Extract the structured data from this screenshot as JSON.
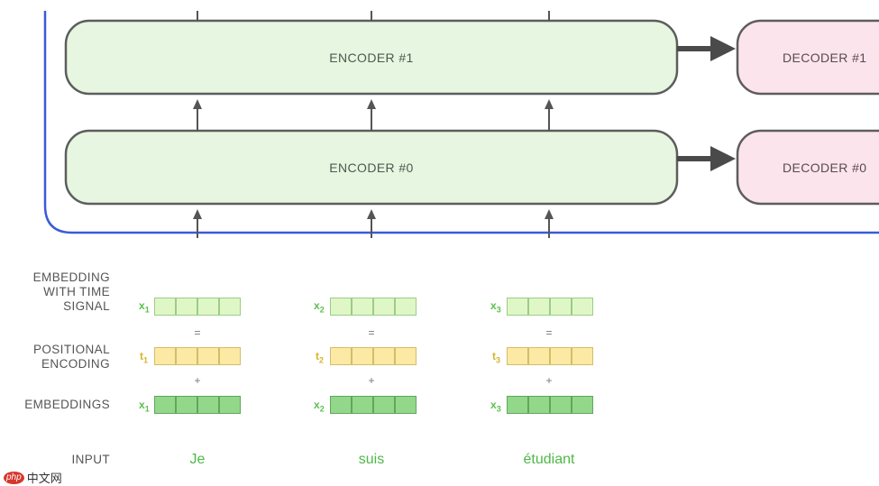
{
  "encoders": [
    {
      "label": "ENCODER #1"
    },
    {
      "label": "ENCODER #0"
    }
  ],
  "decoders": [
    {
      "label": "DECODER #1"
    },
    {
      "label": "DECODER #0"
    }
  ],
  "rows": {
    "embedding_time_signal": "EMBEDDING\nWITH TIME\nSIGNAL",
    "positional_encoding": "POSITIONAL\nENCODING",
    "embeddings": "EMBEDDINGS",
    "input": "INPUT"
  },
  "columns": [
    {
      "x_label": "x",
      "x_sub": "1",
      "t_label": "t",
      "t_sub": "1",
      "word": "Je"
    },
    {
      "x_label": "x",
      "x_sub": "2",
      "t_label": "t",
      "t_sub": "2",
      "word": "suis"
    },
    {
      "x_label": "x",
      "x_sub": "3",
      "t_label": "t",
      "t_sub": "3",
      "word": "étudiant"
    }
  ],
  "operators": {
    "equals": "=",
    "plus": "+"
  },
  "colors": {
    "encoder_fill": "#e6f6e0",
    "decoder_fill": "#fce4ec",
    "box_stroke": "#5d5d5d",
    "frame_blue": "#3a5bd9",
    "time_signal_cell": "#dff7c6",
    "positional_cell": "#fbe9a4",
    "embedding_cell": "#93d78b",
    "x_label": "#5cbf4f",
    "t_label": "#d6b629",
    "word": "#4fb848"
  },
  "watermark": {
    "logo": "php",
    "text": "中文网"
  }
}
